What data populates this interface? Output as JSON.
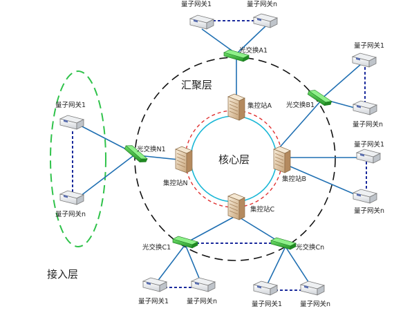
{
  "labels": {
    "core_layer": "核心层",
    "aggregation_layer": "汇聚层",
    "access_layer": "接入层"
  },
  "stations": {
    "a": "集控站A",
    "b": "集控站B",
    "c": "集控站C",
    "n": "集控站N"
  },
  "switches": {
    "a1": "光交换A1",
    "b1": "光交换B1",
    "c1": "光交换C1",
    "cn": "光交换Cn",
    "n1": "光交换N1"
  },
  "gateways": {
    "top_1": "量子网关1",
    "top_n": "量子网关n",
    "right_top_1": "量子网关1",
    "right_top_n": "量子网关n",
    "right_bottom_1": "量子网关1",
    "right_bottom_n": "量子网关n",
    "left_1": "量子网关1",
    "left_n": "量子网关n",
    "bottom_c1_1": "量子网关1",
    "bottom_c1_n": "量子网关n",
    "bottom_cn_1": "量子网关1",
    "bottom_cn_n": "量子网关n"
  },
  "colors": {
    "link": "#1f6fb2",
    "dashed_link": "#1a2a9c",
    "core_ring_red": "#e03030",
    "core_ring_cyan": "#19b7d6",
    "aggregation_ring": "#111111",
    "access_ring": "#2fc24a",
    "switch_green": "#3cc13a"
  }
}
